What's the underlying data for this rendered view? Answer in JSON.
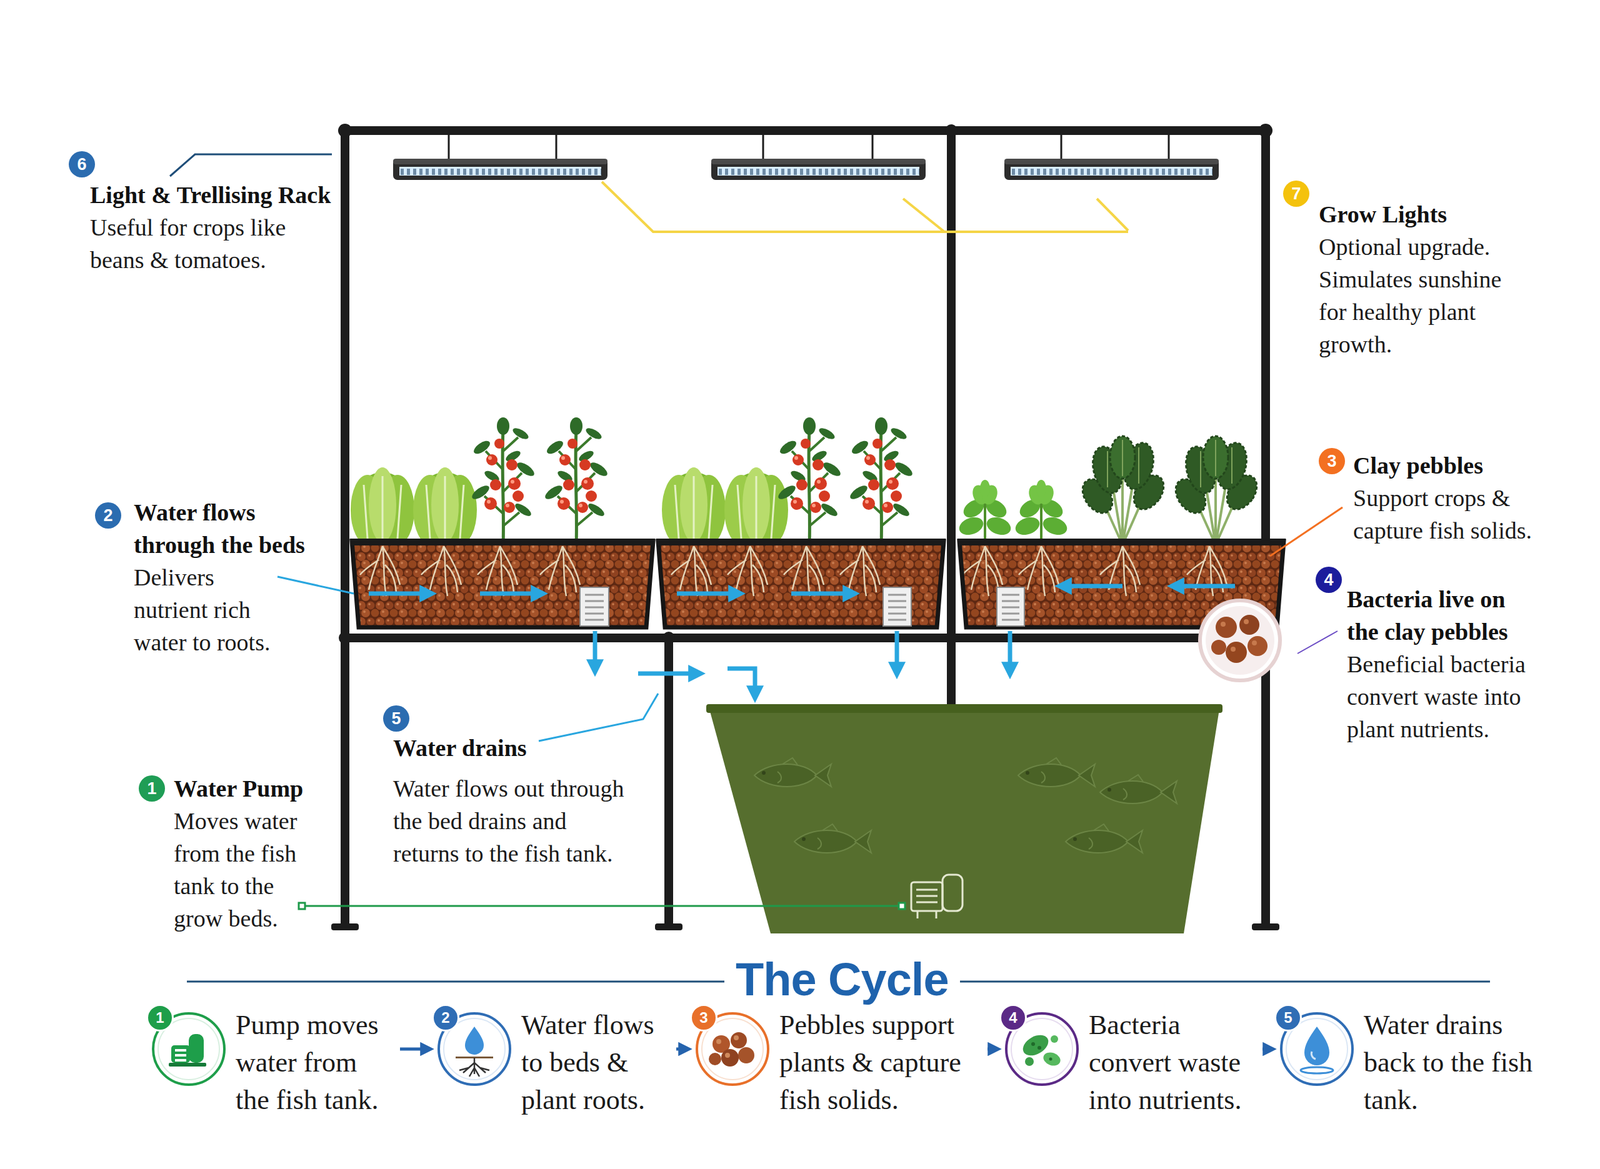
{
  "diagram": {
    "title": "The Cycle",
    "nodes": [
      {
        "text": [
          "6",
          "Light & Trellising Rack",
          "Useful for crops like beans & tomatoes."
        ]
      },
      {
        "text": [
          "7",
          "Grow Lights",
          "Optional upgrade. Simulates sunshine for healthy plant growth."
        ]
      },
      {
        "text": [
          "2",
          "Water flows through the beds",
          "Delivers nutrient rich water to roots."
        ]
      },
      {
        "text": [
          "3",
          "Clay pebbles",
          "Support crops & capture fish solids."
        ]
      },
      {
        "text": [
          "4",
          "Bacteria live on the clay pebbles",
          "Beneficial bacteria convert waste into plant nutrients."
        ]
      },
      {
        "text": [
          "5",
          "Water drains",
          "Water flows out through the bed drains and returns to the fish tank."
        ]
      },
      {
        "text": [
          "1",
          "Water Pump",
          "Moves water from the fish tank to the grow beds."
        ]
      },
      {
        "text": [
          "1",
          "Pump moves water from the fish tank."
        ]
      },
      {
        "text": [
          "2",
          "Water flows to beds & plant roots."
        ]
      },
      {
        "text": [
          "3",
          "Pebbles support plants & capture fish solids."
        ]
      },
      {
        "text": [
          "4",
          "Bacteria convert waste into nutrients."
        ]
      },
      {
        "text": [
          "5",
          "Water drains back to the fish tank."
        ]
      }
    ],
    "edges": [
      {
        "from": 7,
        "to": 8,
        "arrow": "to"
      },
      {
        "from": 8,
        "to": 9,
        "arrow": "to"
      },
      {
        "from": 9,
        "to": 10,
        "arrow": "to"
      },
      {
        "from": 10,
        "to": 11,
        "arrow": "to"
      }
    ]
  }
}
